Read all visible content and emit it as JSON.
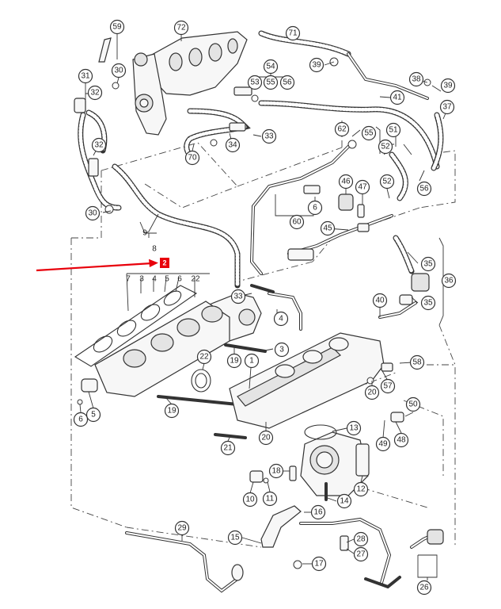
{
  "diagram": {
    "callouts": [
      {
        "id": "c59",
        "label": "59"
      },
      {
        "id": "c72",
        "label": "72"
      },
      {
        "id": "c71",
        "label": "71"
      },
      {
        "id": "c30a",
        "label": "30"
      },
      {
        "id": "c31",
        "label": "31"
      },
      {
        "id": "c32a",
        "label": "32"
      },
      {
        "id": "c54",
        "label": "54"
      },
      {
        "id": "c53",
        "label": "53"
      },
      {
        "id": "c55a",
        "label": "55"
      },
      {
        "id": "c56a",
        "label": "56"
      },
      {
        "id": "c39a",
        "label": "39"
      },
      {
        "id": "c38",
        "label": "38"
      },
      {
        "id": "c39b",
        "label": "39"
      },
      {
        "id": "c41",
        "label": "41"
      },
      {
        "id": "c37",
        "label": "37"
      },
      {
        "id": "c32b",
        "label": "32"
      },
      {
        "id": "c34",
        "label": "34"
      },
      {
        "id": "c33a",
        "label": "33"
      },
      {
        "id": "c62",
        "label": "62"
      },
      {
        "id": "c55b",
        "label": "55"
      },
      {
        "id": "c51",
        "label": "51"
      },
      {
        "id": "c52a",
        "label": "52"
      },
      {
        "id": "c70",
        "label": "70"
      },
      {
        "id": "c46",
        "label": "46"
      },
      {
        "id": "c47",
        "label": "47"
      },
      {
        "id": "c52b",
        "label": "52"
      },
      {
        "id": "c56b",
        "label": "56"
      },
      {
        "id": "c30b",
        "label": "30"
      },
      {
        "id": "c6a",
        "label": "6"
      },
      {
        "id": "c60",
        "label": "60"
      },
      {
        "id": "c45",
        "label": "45"
      },
      {
        "id": "c35a",
        "label": "35"
      },
      {
        "id": "c36",
        "label": "36"
      },
      {
        "id": "c35b",
        "label": "35"
      },
      {
        "id": "c40",
        "label": "40"
      },
      {
        "id": "c33b",
        "label": "33"
      },
      {
        "id": "c4a",
        "label": "4"
      },
      {
        "id": "c3a",
        "label": "3"
      },
      {
        "id": "c22",
        "label": "22"
      },
      {
        "id": "c19a",
        "label": "19"
      },
      {
        "id": "c1",
        "label": "1"
      },
      {
        "id": "c58",
        "label": "58"
      },
      {
        "id": "c20a",
        "label": "20"
      },
      {
        "id": "c57",
        "label": "57"
      },
      {
        "id": "c50",
        "label": "50"
      },
      {
        "id": "c6b",
        "label": "6"
      },
      {
        "id": "c5b",
        "label": "5"
      },
      {
        "id": "c19b",
        "label": "19"
      },
      {
        "id": "c48",
        "label": "48"
      },
      {
        "id": "c49",
        "label": "49"
      },
      {
        "id": "c13",
        "label": "13"
      },
      {
        "id": "c20b",
        "label": "20"
      },
      {
        "id": "c21",
        "label": "21"
      },
      {
        "id": "c18",
        "label": "18"
      },
      {
        "id": "c12",
        "label": "12"
      },
      {
        "id": "c10",
        "label": "10"
      },
      {
        "id": "c11",
        "label": "11"
      },
      {
        "id": "c14",
        "label": "14"
      },
      {
        "id": "c16",
        "label": "16"
      },
      {
        "id": "c29",
        "label": "29"
      },
      {
        "id": "c15",
        "label": "15"
      },
      {
        "id": "c28",
        "label": "28"
      },
      {
        "id": "c27",
        "label": "27"
      },
      {
        "id": "c17",
        "label": "17"
      },
      {
        "id": "c26",
        "label": "26"
      }
    ],
    "bare_labels": [
      {
        "id": "b9",
        "label": "9"
      },
      {
        "id": "b8",
        "label": "8"
      },
      {
        "id": "b7",
        "label": "7"
      },
      {
        "id": "b3",
        "label": "3"
      },
      {
        "id": "b4",
        "label": "4"
      },
      {
        "id": "b5",
        "label": "5"
      },
      {
        "id": "b6",
        "label": "6"
      },
      {
        "id": "b22",
        "label": "22"
      }
    ],
    "marker": {
      "label": "2",
      "color": "#e8000b"
    },
    "pointer_arrow": {
      "color": "#e8000b"
    },
    "line_color": "#333333"
  }
}
